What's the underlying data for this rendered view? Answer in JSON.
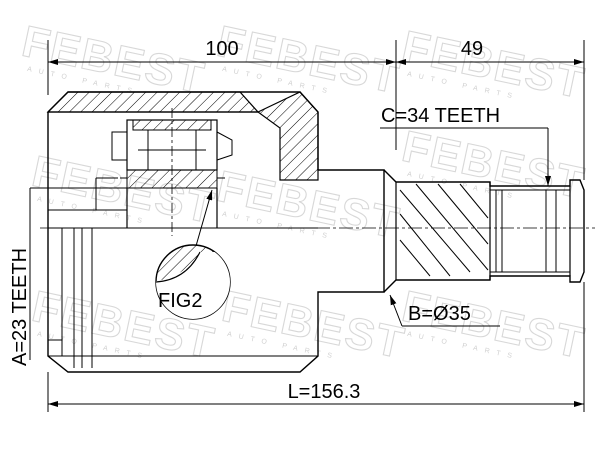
{
  "drawing": {
    "dim_top_left": "100",
    "dim_top_right": "49",
    "teeth_c": "C=34 TEETH",
    "teeth_a": "A=23 TEETH",
    "diameter_b": "B=Ø35",
    "length_l": "L=156.3",
    "fig_label": "FIG2"
  },
  "watermark": {
    "brand": "FEBEST",
    "sub": "AUTO PARTS"
  }
}
